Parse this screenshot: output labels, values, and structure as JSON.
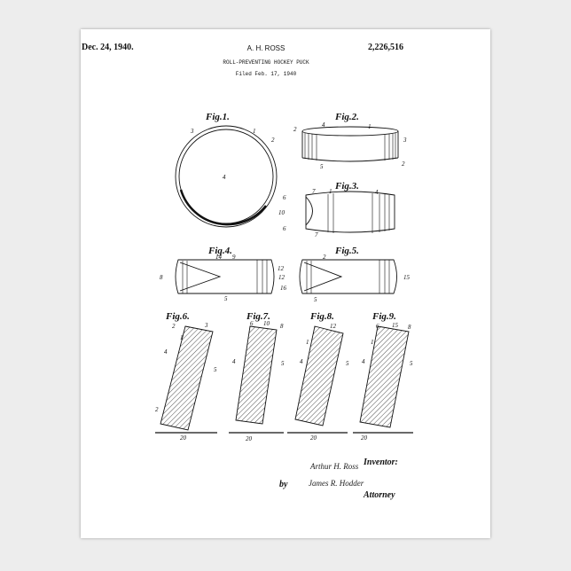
{
  "header": {
    "date": "Dec. 24, 1940.",
    "inventor": "A. H. ROSS",
    "patent_number": "2,226,516",
    "title": "ROLL-PREVENTING HOCKEY PUCK",
    "filed": "Filed Feb. 17, 1940"
  },
  "figures": [
    "Fig.1.",
    "Fig.2.",
    "Fig.3.",
    "Fig.4.",
    "Fig.5.",
    "Fig.6.",
    "Fig.7.",
    "Fig.8.",
    "Fig.9."
  ],
  "refs": {
    "fig1": [
      "3",
      "1",
      "2",
      "4"
    ],
    "fig2": [
      "2",
      "4",
      "1",
      "3",
      "2",
      "5"
    ],
    "fig3": [
      "6",
      "7",
      "1",
      "4",
      "10",
      "6",
      "7"
    ],
    "fig4": [
      "8",
      "14",
      "9",
      "12",
      "5"
    ],
    "fig5": [
      "2",
      "12",
      "16",
      "5",
      "15"
    ],
    "fig6": [
      "2",
      "3",
      "1",
      "4",
      "5",
      "2",
      "20"
    ],
    "fig7": [
      "6",
      "10",
      "8",
      "4",
      "5",
      "20"
    ],
    "fig8": [
      "12",
      "1",
      "4",
      "5",
      "20"
    ],
    "fig9": [
      "6",
      "15",
      "8",
      "1",
      "4",
      "5",
      "20"
    ]
  },
  "signature": {
    "inventor_label": "Inventor:",
    "inventor_signature": "Arthur H. Ross",
    "by": "by",
    "attorney_signature": "James R. Hodder",
    "attorney_label": "Attorney"
  },
  "colors": {
    "background": "#ededed",
    "paper": "#ffffff",
    "ink": "#111111"
  }
}
